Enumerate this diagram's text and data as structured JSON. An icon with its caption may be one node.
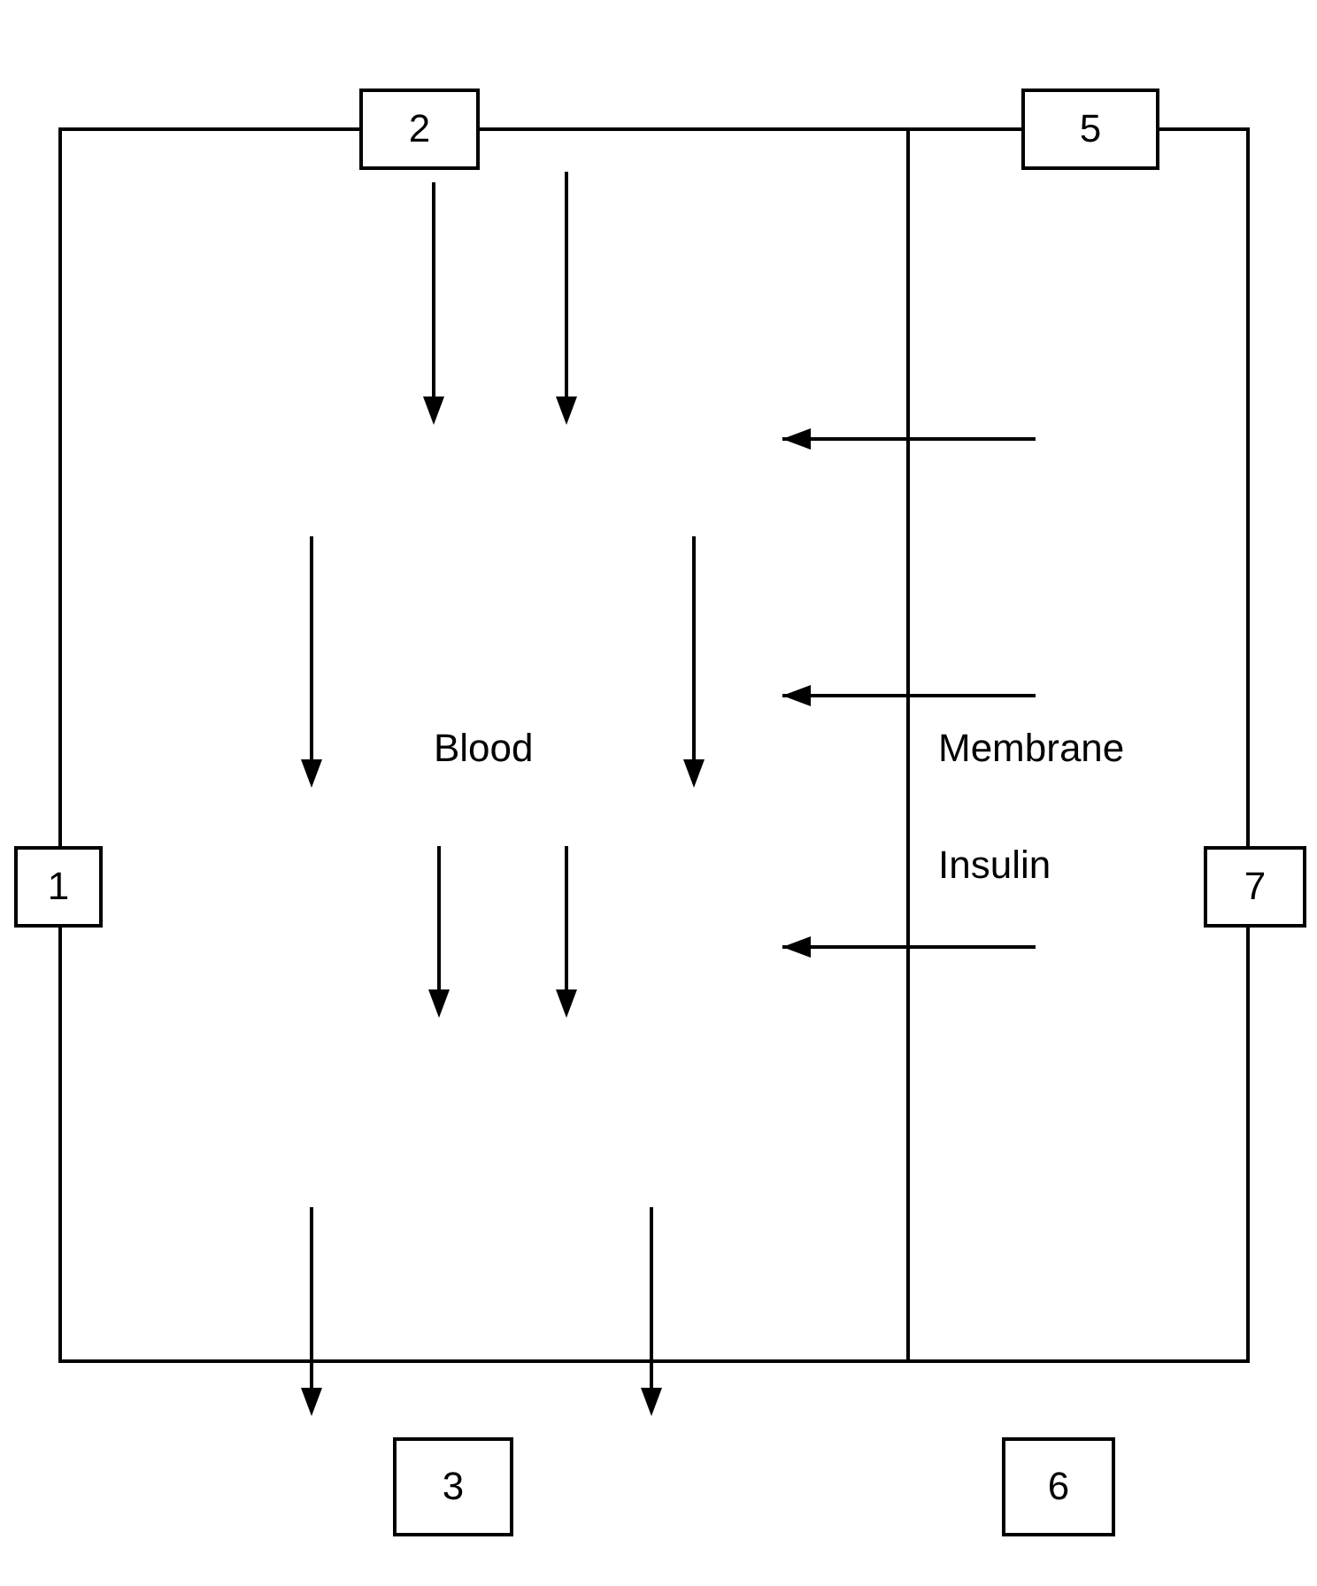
{
  "diagram": {
    "nodes": [
      {
        "text": [
          "2"
        ]
      },
      {
        "text": [
          "5"
        ]
      },
      {
        "text": [
          "Blood"
        ]
      },
      {
        "text": [
          "Membrane",
          "Insulin"
        ]
      },
      {
        "text": [
          "1"
        ]
      },
      {
        "text": [
          "7"
        ]
      },
      {
        "text": [
          "3"
        ]
      },
      {
        "text": [
          "6"
        ]
      }
    ],
    "edges": [
      {
        "from": 3,
        "to": 2,
        "arrow": "to"
      },
      {
        "from": 3,
        "to": 2,
        "arrow": "to"
      },
      {
        "from": 3,
        "to": 2,
        "arrow": "to"
      }
    ]
  }
}
